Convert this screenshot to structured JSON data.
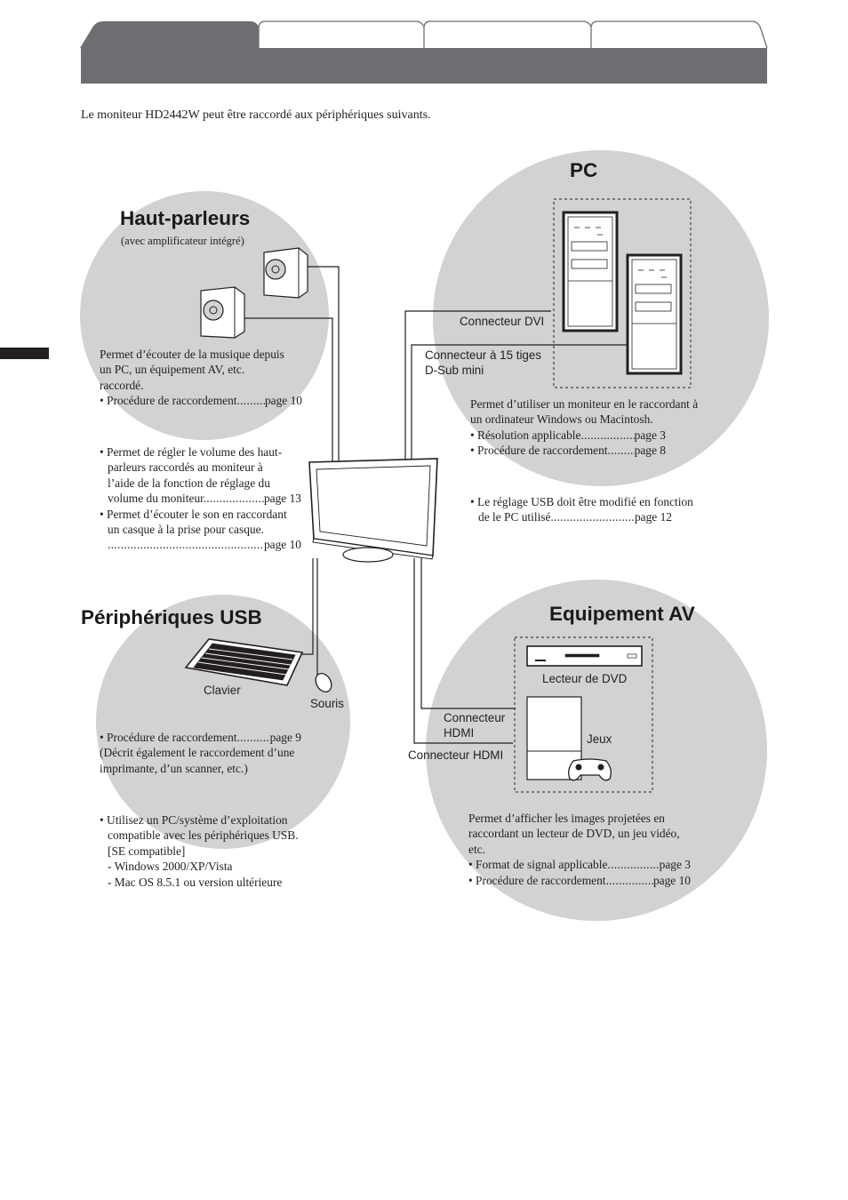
{
  "header": {
    "tabs": [
      "",
      "",
      "",
      ""
    ]
  },
  "intro": "Le moniteur HD2442W peut être raccordé aux périphériques suivants.",
  "speakers": {
    "title": "Haut-parleurs",
    "subtitle": "(avec amplificateur intégré)",
    "desc": [
      "Permet d’écouter de la musique depuis",
      "un PC, un équipement AV, etc.",
      "raccordé."
    ],
    "proc_label": "• Procédure de raccordement",
    "proc_page": "page 10",
    "notes_a": [
      "• Permet de régler le volume des haut-",
      "parleurs raccordés au moniteur à",
      "l’aide de la fonction de réglage du"
    ],
    "notes_b_label": "volume du moniteur.",
    "notes_b_page": "page 13",
    "notes_c": [
      "• Permet d’écouter le son en raccordant",
      "un casque à la prise pour casque."
    ],
    "notes_c_page": "page 10"
  },
  "pc": {
    "title": "PC",
    "connector_dvi": "Connecteur DVI",
    "connector_dsub": [
      "Connecteur à 15 tiges",
      "D-Sub mini"
    ],
    "desc": [
      "Permet d’utiliser un moniteur en le raccordant à",
      "un ordinateur Windows ou Macintosh."
    ],
    "res_label": "• Résolution applicable",
    "res_page": "page 3",
    "proc_label": "• Procédure de raccordement",
    "proc_page": "page 8",
    "usb_note": "• Le réglage USB doit être modifié en fonction",
    "usb_note2_label": "de le PC utilisé.",
    "usb_note2_page": "page 12"
  },
  "usb": {
    "title": "Périphériques USB",
    "keyboard_label": "Clavier",
    "mouse_label": "Souris",
    "proc_label": "• Procédure de raccordement",
    "proc_page": "page 9",
    "desc": [
      "(Décrit également le raccordement d’une",
      "imprimante, d’un scanner, etc.)"
    ],
    "notes": [
      "• Utilisez un PC/système d’exploitation",
      "compatible avec les périphériques USB.",
      "[SE compatible]",
      "- Windows 2000/XP/Vista",
      "- Mac OS 8.5.1 ou version ultérieure"
    ]
  },
  "av": {
    "title": "Equipement AV",
    "dvd_label": "Lecteur de DVD",
    "games_label": "Jeux",
    "connector_hdmi_1": [
      "Connecteur",
      "HDMI"
    ],
    "connector_hdmi_2": "Connecteur HDMI",
    "desc": [
      "Permet d’afficher les images projetées en",
      "raccordant un lecteur de DVD, un jeu vidéo,",
      "etc."
    ],
    "signal_label": "• Format de signal applicable",
    "signal_page": "page 3",
    "proc_label": "• Procédure de raccordement",
    "proc_page": "page 10"
  },
  "colors": {
    "header_bar": "#6d6e71",
    "circle": "#d1d2d3",
    "tab_active": "#6d6e71",
    "text": "#231f20"
  }
}
